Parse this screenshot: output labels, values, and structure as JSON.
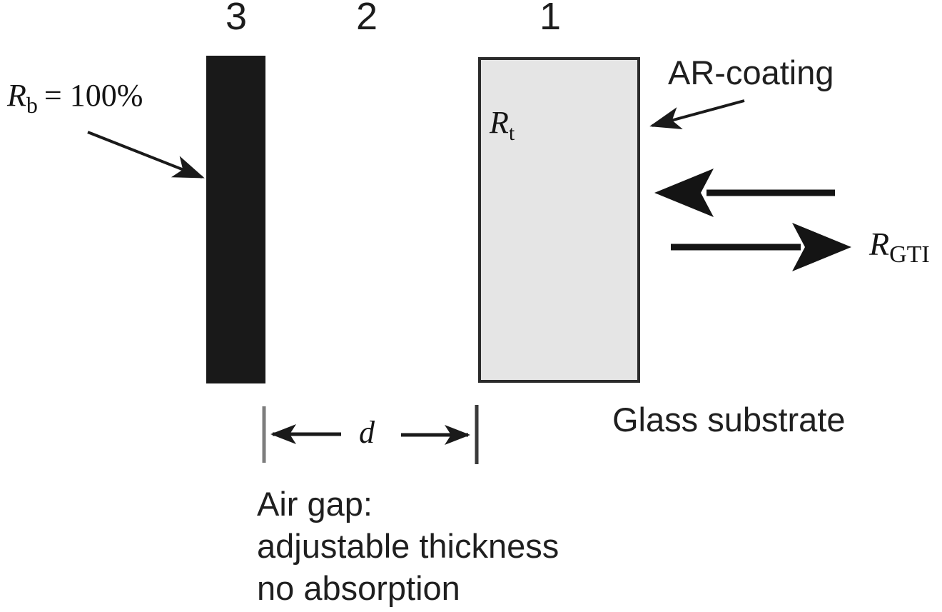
{
  "layer_numbers": {
    "mirror": "3",
    "air_gap": "2",
    "substrate": "1"
  },
  "back_mirror_label": {
    "symbol": "R",
    "subscript": "b",
    "value": "= 100%"
  },
  "front_reflectivity_label": {
    "symbol": "R",
    "subscript": "t"
  },
  "ar_coating_label": "AR-coating",
  "gti_reflection_label": {
    "symbol": "R",
    "subscript": "GTI"
  },
  "glass_caption": "Glass substrate",
  "gap_dimension_label": "d",
  "air_gap_description": [
    "Air gap:",
    "adjustable thickness",
    "no absorption"
  ],
  "colors": {
    "mirror_fill": "#191919",
    "substrate_fill": "#e5e5e5",
    "substrate_border": "#2b2b2b",
    "ink": "#1c1c1c",
    "dimension_tick_gray": "#7d7d7d"
  }
}
